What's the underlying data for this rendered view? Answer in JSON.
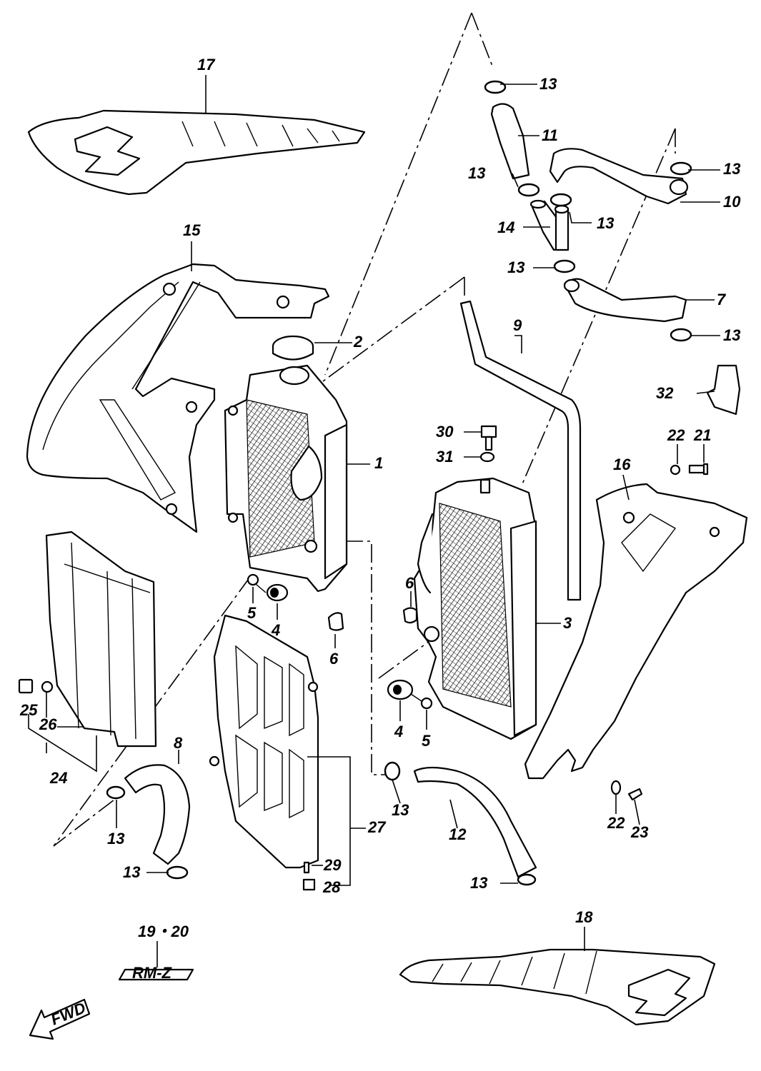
{
  "diagram": {
    "accent_color": "#000000",
    "background_color": "#ffffff",
    "callouts": [
      {
        "id": "c1",
        "label": "1"
      },
      {
        "id": "c2",
        "label": "2"
      },
      {
        "id": "c3",
        "label": "3"
      },
      {
        "id": "c4a",
        "label": "4"
      },
      {
        "id": "c4b",
        "label": "4"
      },
      {
        "id": "c5a",
        "label": "5"
      },
      {
        "id": "c5b",
        "label": "5"
      },
      {
        "id": "c6a",
        "label": "6"
      },
      {
        "id": "c6b",
        "label": "6"
      },
      {
        "id": "c7",
        "label": "7"
      },
      {
        "id": "c8",
        "label": "8"
      },
      {
        "id": "c9",
        "label": "9"
      },
      {
        "id": "c10",
        "label": "10"
      },
      {
        "id": "c11",
        "label": "11"
      },
      {
        "id": "c12",
        "label": "12"
      },
      {
        "id": "c13a",
        "label": "13"
      },
      {
        "id": "c13b",
        "label": "13"
      },
      {
        "id": "c13c",
        "label": "13"
      },
      {
        "id": "c13d",
        "label": "13"
      },
      {
        "id": "c13e",
        "label": "13"
      },
      {
        "id": "c13f",
        "label": "13"
      },
      {
        "id": "c13g",
        "label": "13"
      },
      {
        "id": "c13h",
        "label": "13"
      },
      {
        "id": "c13i",
        "label": "13"
      },
      {
        "id": "c13j",
        "label": "13"
      },
      {
        "id": "c14",
        "label": "14"
      },
      {
        "id": "c15",
        "label": "15"
      },
      {
        "id": "c16",
        "label": "16"
      },
      {
        "id": "c17",
        "label": "17"
      },
      {
        "id": "c18",
        "label": "18"
      },
      {
        "id": "c1920",
        "label": "19・20"
      },
      {
        "id": "c21",
        "label": "21"
      },
      {
        "id": "c22a",
        "label": "22"
      },
      {
        "id": "c22b",
        "label": "22"
      },
      {
        "id": "c23",
        "label": "23"
      },
      {
        "id": "c24",
        "label": "24"
      },
      {
        "id": "c25",
        "label": "25"
      },
      {
        "id": "c26",
        "label": "26"
      },
      {
        "id": "c27",
        "label": "27"
      },
      {
        "id": "c28",
        "label": "28"
      },
      {
        "id": "c29",
        "label": "29"
      },
      {
        "id": "c30",
        "label": "30"
      },
      {
        "id": "c31",
        "label": "31"
      },
      {
        "id": "c32",
        "label": "32"
      }
    ],
    "emblem_text": "RM-Z",
    "direction_arrow_text": "FWD"
  }
}
